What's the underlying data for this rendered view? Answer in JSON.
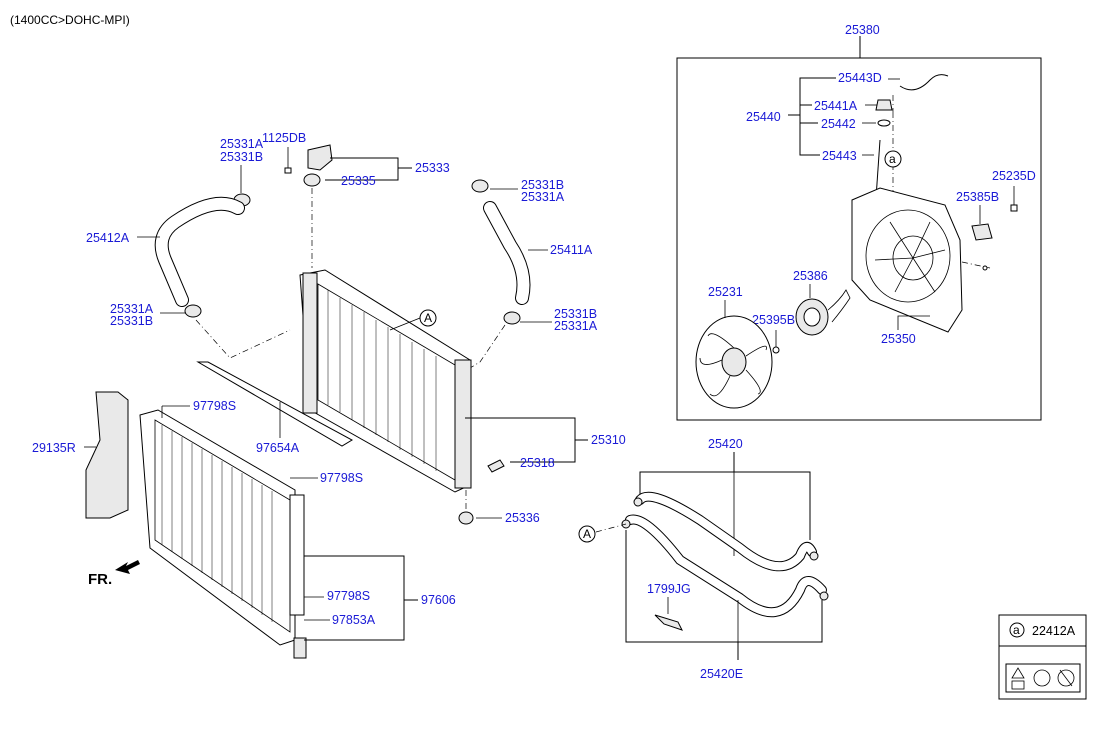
{
  "header": {
    "engine_spec": "(1400CC>DOHC-MPI)"
  },
  "labels": {
    "l25380": "25380",
    "l25443D": "25443D",
    "l25441A": "25441A",
    "l25440": "25440",
    "l25442": "25442",
    "l25443": "25443",
    "l25235D": "25235D",
    "l25385B": "25385B",
    "l25386": "25386",
    "l25231": "25231",
    "l25395B": "25395B",
    "l25350": "25350",
    "l25331A_tl": "25331A",
    "l25331B_tl": "25331B",
    "l1125DB": "1125DB",
    "l25333": "25333",
    "l25335": "25335",
    "l25331B_tr": "25331B",
    "l25331A_tr": "25331A",
    "l25412A": "25412A",
    "l25411A": "25411A",
    "l25331A_ml": "25331A",
    "l25331B_ml": "25331B",
    "l25331B_mr": "25331B",
    "l25331A_mr": "25331A",
    "l97798S_top": "97798S",
    "l29135R": "29135R",
    "l97654A": "97654A",
    "l25310": "25310",
    "l25318": "25318",
    "l97798S_mid": "97798S",
    "l25336": "25336",
    "l25420": "25420",
    "l97798S_low": "97798S",
    "l97606": "97606",
    "l97853A": "97853A",
    "l1799JG": "1799JG",
    "l25420E": "25420E",
    "lFR": "FR.",
    "l22412A": "22412A"
  },
  "callouts": {
    "A1": "A",
    "A2": "A",
    "a1": "a",
    "a2": "a"
  }
}
